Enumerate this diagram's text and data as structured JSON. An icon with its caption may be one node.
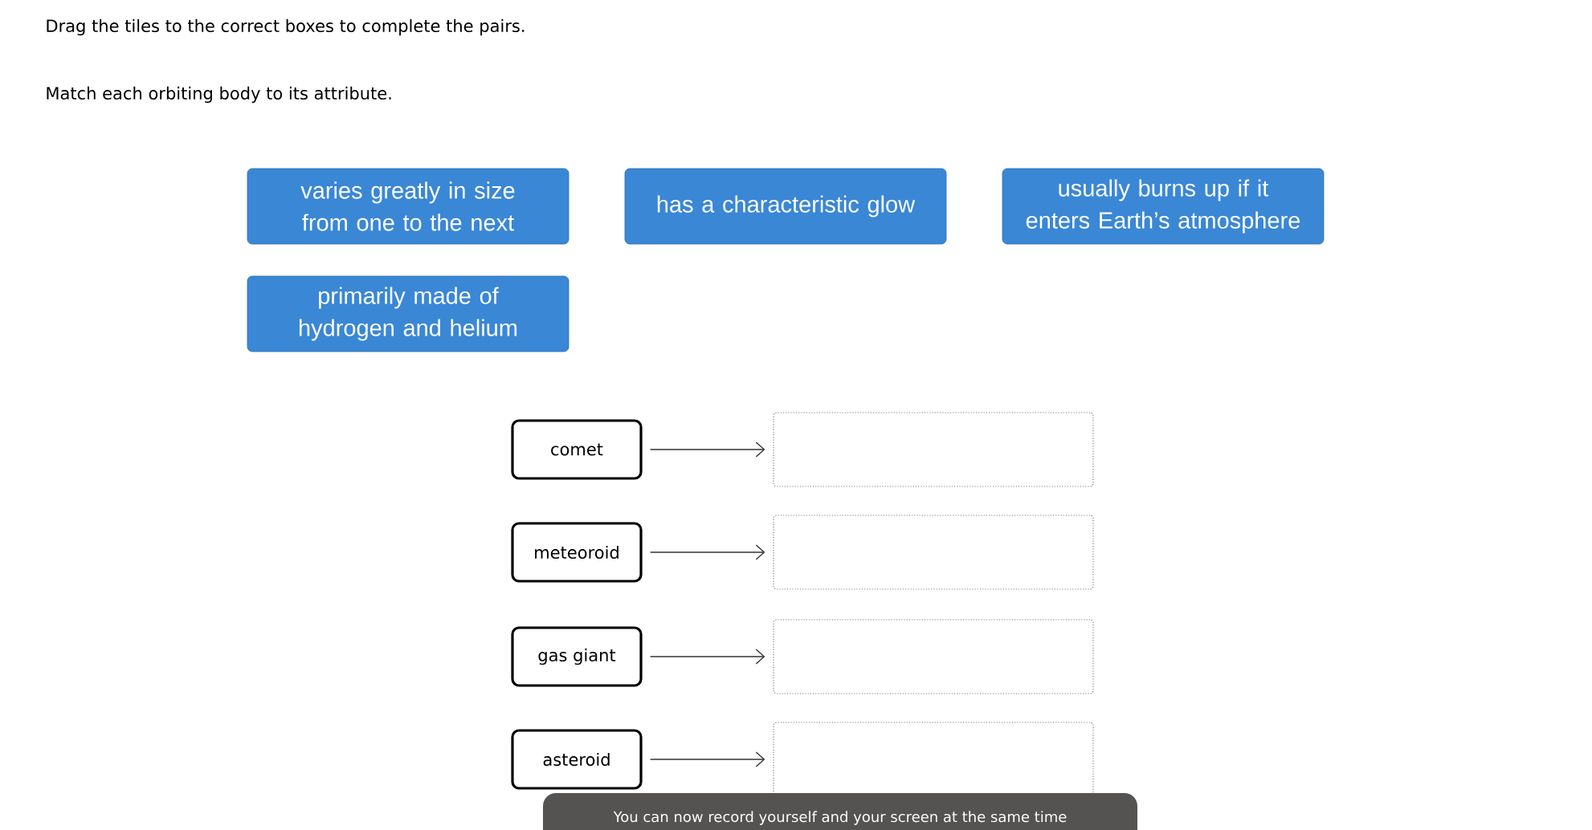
{
  "diagram": {
    "nodes": [
      {
        "text": [
          "varies greatly in size from one to the next"
        ]
      },
      {
        "text": [
          "has a characteristic glow"
        ]
      },
      {
        "text": [
          "usually burns up if it enters Earth’s atmosphere"
        ]
      },
      {
        "text": [
          "primarily made of hydrogen and helium"
        ]
      },
      {
        "text": [
          "comet"
        ]
      },
      {
        "text": [
          "meteoroid"
        ]
      },
      {
        "text": [
          "gas giant"
        ]
      },
      {
        "text": [
          "asteroid"
        ]
      },
      {
        "text": [],
        "shape": "box"
      },
      {
        "text": [],
        "shape": "box"
      },
      {
        "text": [],
        "shape": "box"
      },
      {
        "text": [],
        "shape": "box"
      },
      {
        "text": [
          "You can now record yourself and your screen at the same time"
        ]
      }
    ],
    "edges": [
      {
        "from": 4,
        "to": 8,
        "arrow": "to"
      },
      {
        "from": 5,
        "to": 9,
        "arrow": "to"
      },
      {
        "from": 6,
        "to": 10,
        "arrow": "to"
      },
      {
        "from": 7,
        "to": 11,
        "arrow": "to"
      }
    ],
    "labels": [
      "Drag the tiles to the correct boxes to complete the pairs.",
      "Match each orbiting body to its attribute."
    ]
  }
}
